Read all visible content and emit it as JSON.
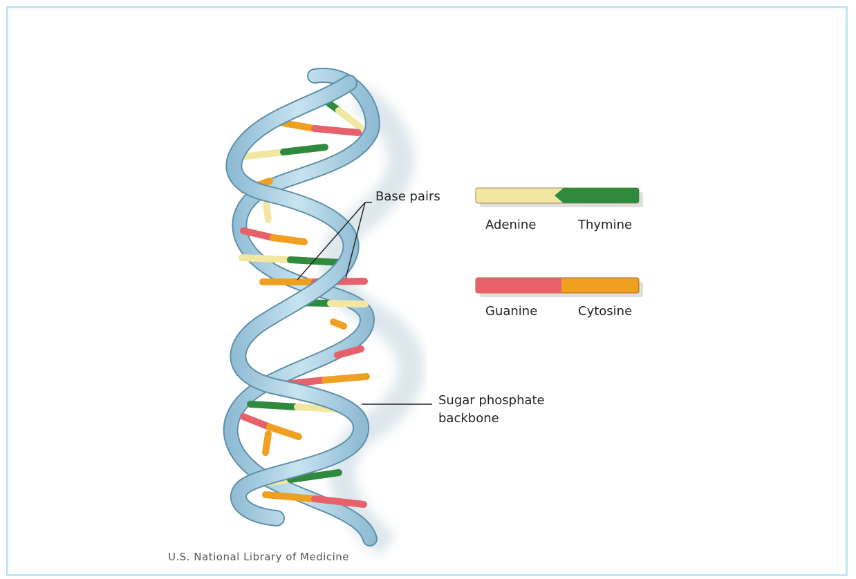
{
  "labels": {
    "base_pairs": "Base pairs",
    "backbone_line1": "Sugar phosphate",
    "backbone_line2": "backbone",
    "adenine": "Adenine",
    "thymine": "Thymine",
    "guanine": "Guanine",
    "cytosine": "Cytosine",
    "credit": "U.S. National Library of Medicine"
  },
  "colors": {
    "backbone": "#a9d2e6",
    "backbone_edge": "#5f8fa8",
    "adenine": "#f1e7a3",
    "thymine": "#2f8a3e",
    "guanine": "#e6616b",
    "cytosine": "#f0a020",
    "frame": "#bfe7f0"
  }
}
